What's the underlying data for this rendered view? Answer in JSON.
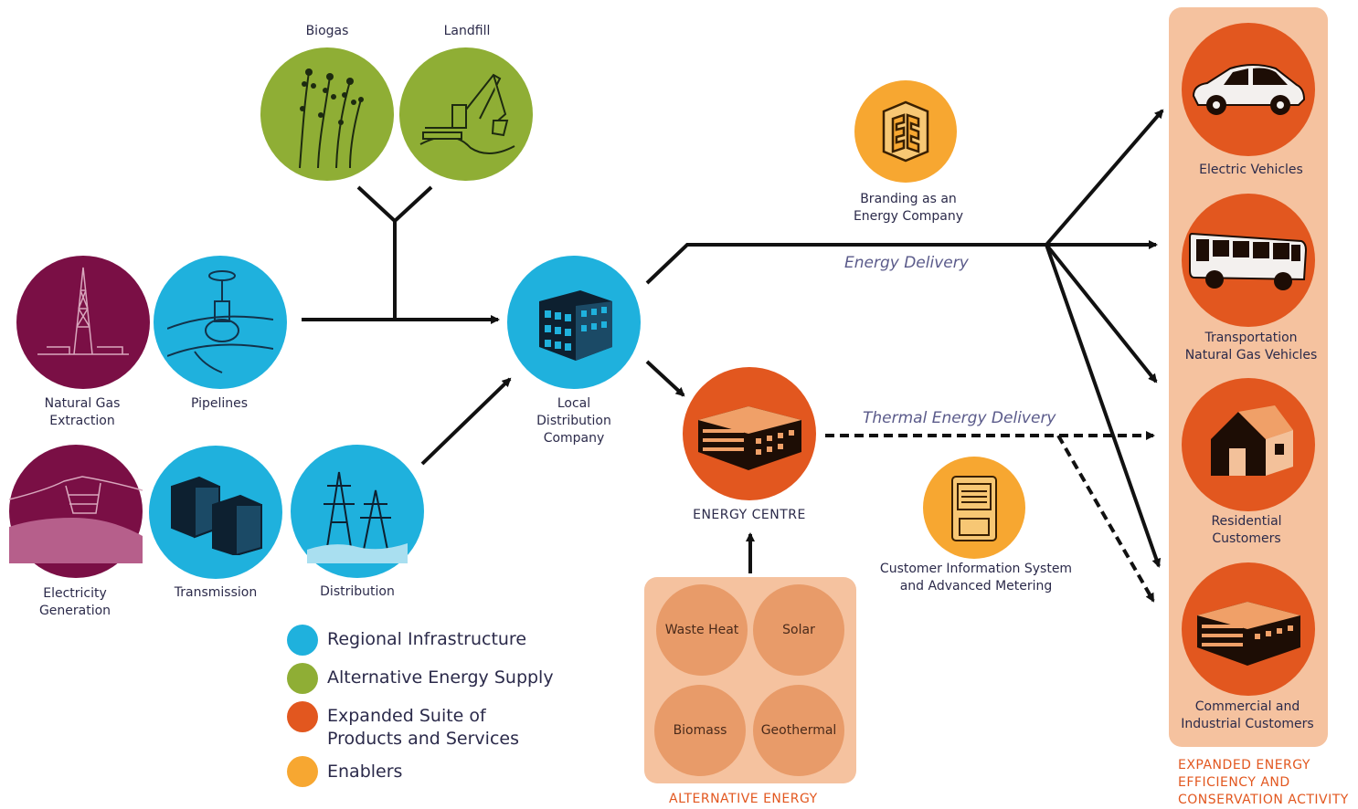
{
  "sources": {
    "biogas": "Biogas",
    "landfill": "Landfill",
    "natural_gas_extraction": [
      "Natural Gas",
      "Extraction"
    ],
    "pipelines": "Pipelines",
    "electricity_generation": [
      "Electricity",
      "Generation"
    ],
    "transmission": "Transmission",
    "distribution": "Distribution"
  },
  "hub": {
    "ldc": [
      "Local",
      "Distribution",
      "Company"
    ],
    "energy_centre": "ENERGY CENTRE"
  },
  "flows": {
    "energy_delivery": "Energy Delivery",
    "thermal_energy_delivery": "Thermal Energy Delivery"
  },
  "enablers": {
    "branding": [
      "Branding as an",
      "Energy Company"
    ],
    "cis": [
      "Customer Information System",
      "and Advanced Metering"
    ]
  },
  "alternative_energy": {
    "items": [
      "Waste Heat",
      "Solar",
      "Biomass",
      "Geothermal"
    ],
    "caption": "ALTERNATIVE ENERGY"
  },
  "outcomes": {
    "items": [
      [
        "Electric Vehicles"
      ],
      [
        "Transportation",
        "Natural Gas Vehicles"
      ],
      [
        "Residential",
        "Customers"
      ],
      [
        "Commercial and",
        "Industrial Customers"
      ]
    ],
    "caption": [
      "EXPANDED ENERGY",
      "EFFICIENCY AND",
      "CONSERVATION ACTIVITY"
    ]
  },
  "legend": {
    "regional": "Regional Infrastructure",
    "alternative": "Alternative Energy Supply",
    "expanded": [
      "Expanded Suite of",
      "Products and Services"
    ],
    "enablers": "Enablers"
  },
  "colors": {
    "regional": "#1fb1dd",
    "alternative": "#8fae35",
    "expanded": "#e2571f",
    "enablers": "#f7a731",
    "fossil": "#7a0f45"
  },
  "icons": {
    "biogas": "plant-icon",
    "landfill": "excavator-icon",
    "natural_gas_extraction": "drilling-rig-icon",
    "pipelines": "valve-icon",
    "electricity_generation": "dam-icon",
    "transmission": "substation-icon",
    "distribution": "power-tower-icon",
    "ldc": "office-building-icon",
    "energy_centre": "plant-building-icon",
    "branding": "brand-logo-icon",
    "cis": "meter-icon",
    "electric_vehicles": "car-icon",
    "transportation": "bus-icon",
    "residential": "house-icon",
    "commercial": "commercial-building-icon"
  }
}
